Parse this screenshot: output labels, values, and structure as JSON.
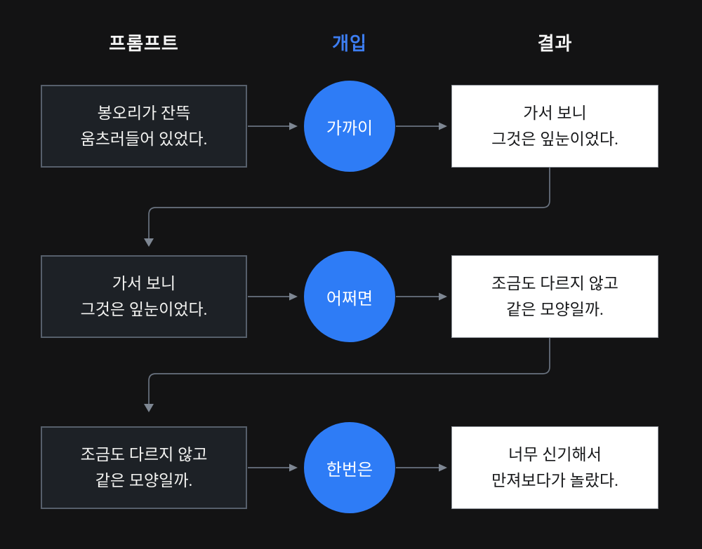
{
  "diagram": {
    "headers": {
      "prompt": "프롬프트",
      "intervention": "개입",
      "result": "결과"
    },
    "rows": [
      {
        "prompt": "봉오리가 잔뜩\n움츠러들어 있었다.",
        "intervention": "가까이",
        "result": "가서 보니\n그것은 잎눈이었다."
      },
      {
        "prompt": "가서 보니\n그것은 잎눈이었다.",
        "intervention": "어쩌면",
        "result": "조금도 다르지 않고\n같은 모양일까."
      },
      {
        "prompt": "조금도 다르지 않고\n같은 모양일까.",
        "intervention": "한번은",
        "result": "너무 신기해서\n만져보다가 놀랐다."
      }
    ],
    "colors": {
      "background": "#131314",
      "accent_blue": "#2E7CF6",
      "header_blue": "#3D7EF2",
      "prompt_box_bg": "#1D2126",
      "prompt_box_border": "#565F6B",
      "prompt_text": "#F3F3F1",
      "result_box_bg": "#FFFFFF",
      "result_text": "#17181A",
      "connector_gray": "#6A7380"
    }
  }
}
